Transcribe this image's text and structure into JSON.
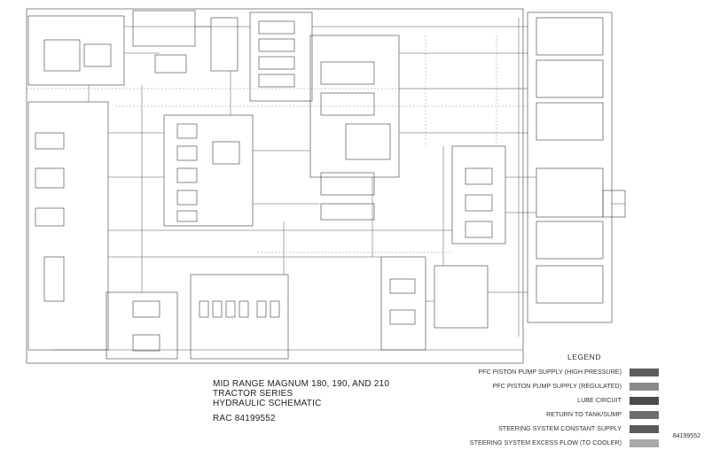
{
  "title": {
    "line1": "MID RANGE MAGNUM 180, 190, AND 210",
    "line2": "TRACTOR SERIES",
    "line3": "HYDRAULIC SCHEMATIC",
    "rac": "RAC 84199552"
  },
  "legend": {
    "heading": "LEGEND",
    "items": [
      {
        "label": "PFC PISTON PUMP SUPPLY (HIGH PRESSURE)",
        "color": "#5d5d5d"
      },
      {
        "label": "PFC PISTON PUMP SUPPLY (REGULATED)",
        "color": "#8a8a8a"
      },
      {
        "label": "LUBE CIRCUIT",
        "color": "#4a4a4a"
      },
      {
        "label": "RETURN TO TANK/SUMP",
        "color": "#6e6e6e"
      },
      {
        "label": "STEERING SYSTEM CONSTANT SUPPLY",
        "color": "#5a5a5a"
      },
      {
        "label": "STEERING SYSTEM EXCESS FLOW (TO COOLER)",
        "color": "#a8a8a8"
      }
    ]
  },
  "doc_id": "84199552",
  "colors": {
    "line": "#333333",
    "background": "#ffffff"
  }
}
